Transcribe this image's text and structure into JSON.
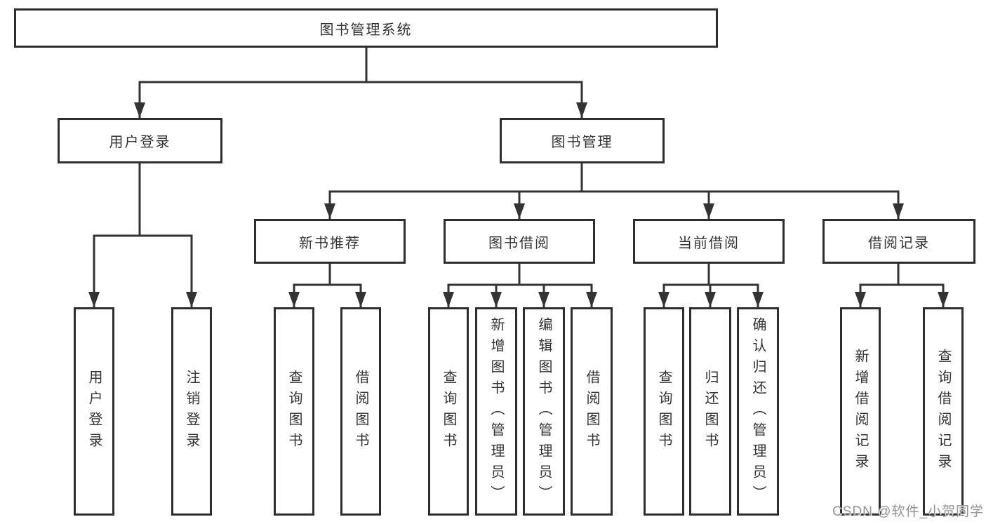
{
  "diagram": {
    "title": "图书管理系统",
    "type": "system function structure tree"
  },
  "colors": {
    "background": "#ffffff",
    "box_border": "#2e2e2e",
    "box_fill": "#ffffff",
    "line": "#333333",
    "text": "#333333",
    "watermark": "#979797"
  },
  "tree": {
    "root": {
      "label": "图书管理系统",
      "children": [
        {
          "label": "用户登录",
          "children": [
            {
              "label": "用户登录"
            },
            {
              "label": "注销登录"
            }
          ]
        },
        {
          "label": "图书管理",
          "children": [
            {
              "label": "新书推荐",
              "children": [
                {
                  "label": "查询图书"
                },
                {
                  "label": "借阅图书"
                }
              ]
            },
            {
              "label": "图书借阅",
              "children": [
                {
                  "label": "查询图书"
                },
                {
                  "label": "新增图书（管理员）"
                },
                {
                  "label": "编辑图书（管理员）"
                },
                {
                  "label": "借阅图书"
                }
              ]
            },
            {
              "label": "当前借阅",
              "children": [
                {
                  "label": "查询图书"
                },
                {
                  "label": "归还图书"
                },
                {
                  "label": "确认归还（管理员）"
                }
              ]
            },
            {
              "label": "借阅记录",
              "children": [
                {
                  "label": "新增借阅记录"
                },
                {
                  "label": "查询借阅记录"
                }
              ]
            }
          ]
        }
      ]
    }
  },
  "watermark": {
    "text": "CSDN @软件_小贺同学"
  }
}
